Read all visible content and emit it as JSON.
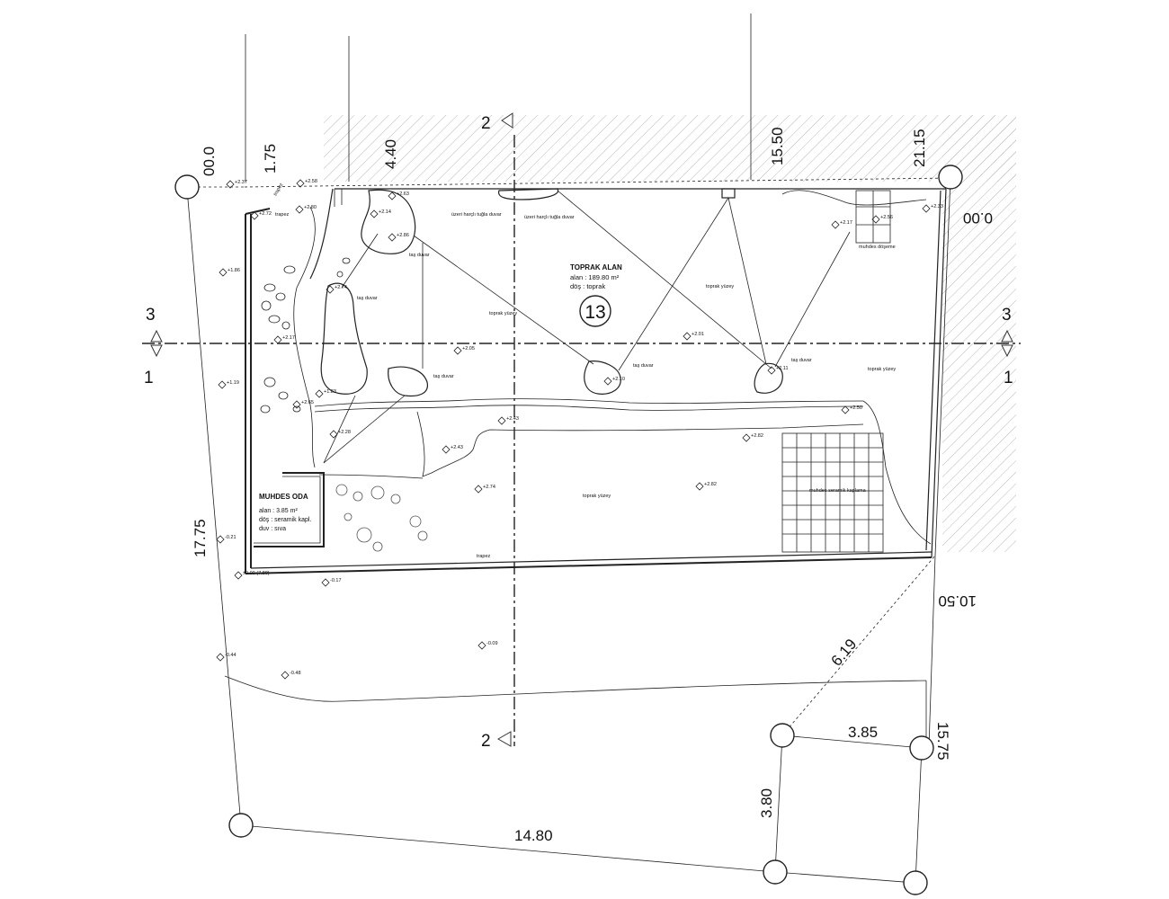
{
  "dimensions": {
    "d_000_top_left": "00.0",
    "d_175": "1.75",
    "d_440": "4.40",
    "d_1550": "15.50",
    "d_2115": "21.15",
    "d_000_right": "0.00",
    "d_1775": "17.75",
    "d_1050": "10.50",
    "d_619": "6.19",
    "d_385": "3.85",
    "d_1575": "15.75",
    "d_380": "3.80",
    "d_1480": "14.80"
  },
  "section_marks": {
    "s2_top": "2",
    "s2_bottom": "2",
    "s3_left": "3",
    "s1_left": "1",
    "s3_right": "3",
    "s1_right": "1"
  },
  "area": {
    "number": "13",
    "name": "TOPRAK ALAN",
    "area_line": "alan  :  189.80 m²",
    "floor_line": "döş   :  toprak"
  },
  "room": {
    "name": "MUHDES ODA",
    "area_line": "alan   : 3.85 m²",
    "floor_line": "döş   : seramik kapl.",
    "wall_line": "duv    : sıva"
  },
  "labels": {
    "toprak_yuzey_1": "toprak yüzey",
    "toprak_yuzey_2": "toprak yüzey",
    "toprak_yuzey_3": "toprak yüzey",
    "toprak_yuzey_4": "toprak yüzey",
    "wall_1": "üzeri harçlı tuğla duvar",
    "wall_2": "üzeri harçlı tuğla duvar",
    "muhdes_doseme": "muhdes döşeme",
    "muhdes_seramik": "muhdes seramik kaplama",
    "tas_duvar_1": "taş duvar",
    "tas_duvar_2": "taş duvar",
    "tas_duvar_3": "taş duvar",
    "tas_duvar_4": "taş duvar",
    "tas_duvar_5": "taş duvar",
    "trapez_1": "trapez",
    "trapez_2": "trapez",
    "trapez_3": "trapez"
  },
  "elevations": {
    "e1": "+2.37",
    "e2": "+2.58",
    "e3": "+2.72",
    "e4": "+2.80",
    "e5": "+2.63",
    "e6": "+2.14",
    "e7": "+2.86",
    "e8": "+1.86",
    "e9": "+2.17",
    "e10": "+2.74",
    "e11": "+2.05",
    "e12": "+1.19",
    "e13": "+1.83",
    "e14": "+2.65",
    "e15": "+2.28",
    "e16": "+2.43",
    "e17": "+2.43",
    "e18": "+2.74",
    "e19": "+2.10",
    "e20": "+2.01",
    "e21": "+2.11",
    "e22": "+2.82",
    "e23": "+2.82",
    "e24": "+2.50",
    "e25": "+2.17",
    "e26": "+2.56",
    "e27": "+2.33",
    "e28": "-0.21",
    "e29": "±0.00 (7.80)",
    "e30": "-0.17",
    "e31": "-0.09",
    "e32": "-0.44",
    "e33": "-0.48"
  }
}
